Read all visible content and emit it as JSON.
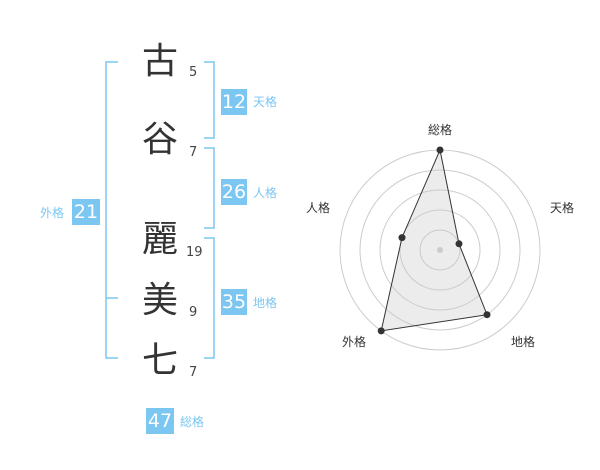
{
  "name_chars": [
    {
      "char": "古",
      "strokes": "5"
    },
    {
      "char": "谷",
      "strokes": "7"
    },
    {
      "char": "麗",
      "strokes": "19"
    },
    {
      "char": "美",
      "strokes": "9"
    },
    {
      "char": "七",
      "strokes": "7"
    }
  ],
  "fortune": {
    "tenkaku": {
      "value": "12",
      "label": "天格"
    },
    "jinkaku": {
      "value": "26",
      "label": "人格"
    },
    "chikaku": {
      "value": "35",
      "label": "地格"
    },
    "gaikaku": {
      "value": "21",
      "label": "外格"
    },
    "soukaku": {
      "value": "47",
      "label": "総格"
    }
  },
  "colors": {
    "accent": "#7cc6f2",
    "text": "#333333",
    "grid": "#cccccc"
  },
  "chart_data": {
    "type": "radar",
    "axes": [
      "総格",
      "天格",
      "地格",
      "外格",
      "人格"
    ],
    "levels": 5,
    "max": 5,
    "values": [
      5,
      1,
      4,
      5,
      2
    ],
    "grid": true
  }
}
